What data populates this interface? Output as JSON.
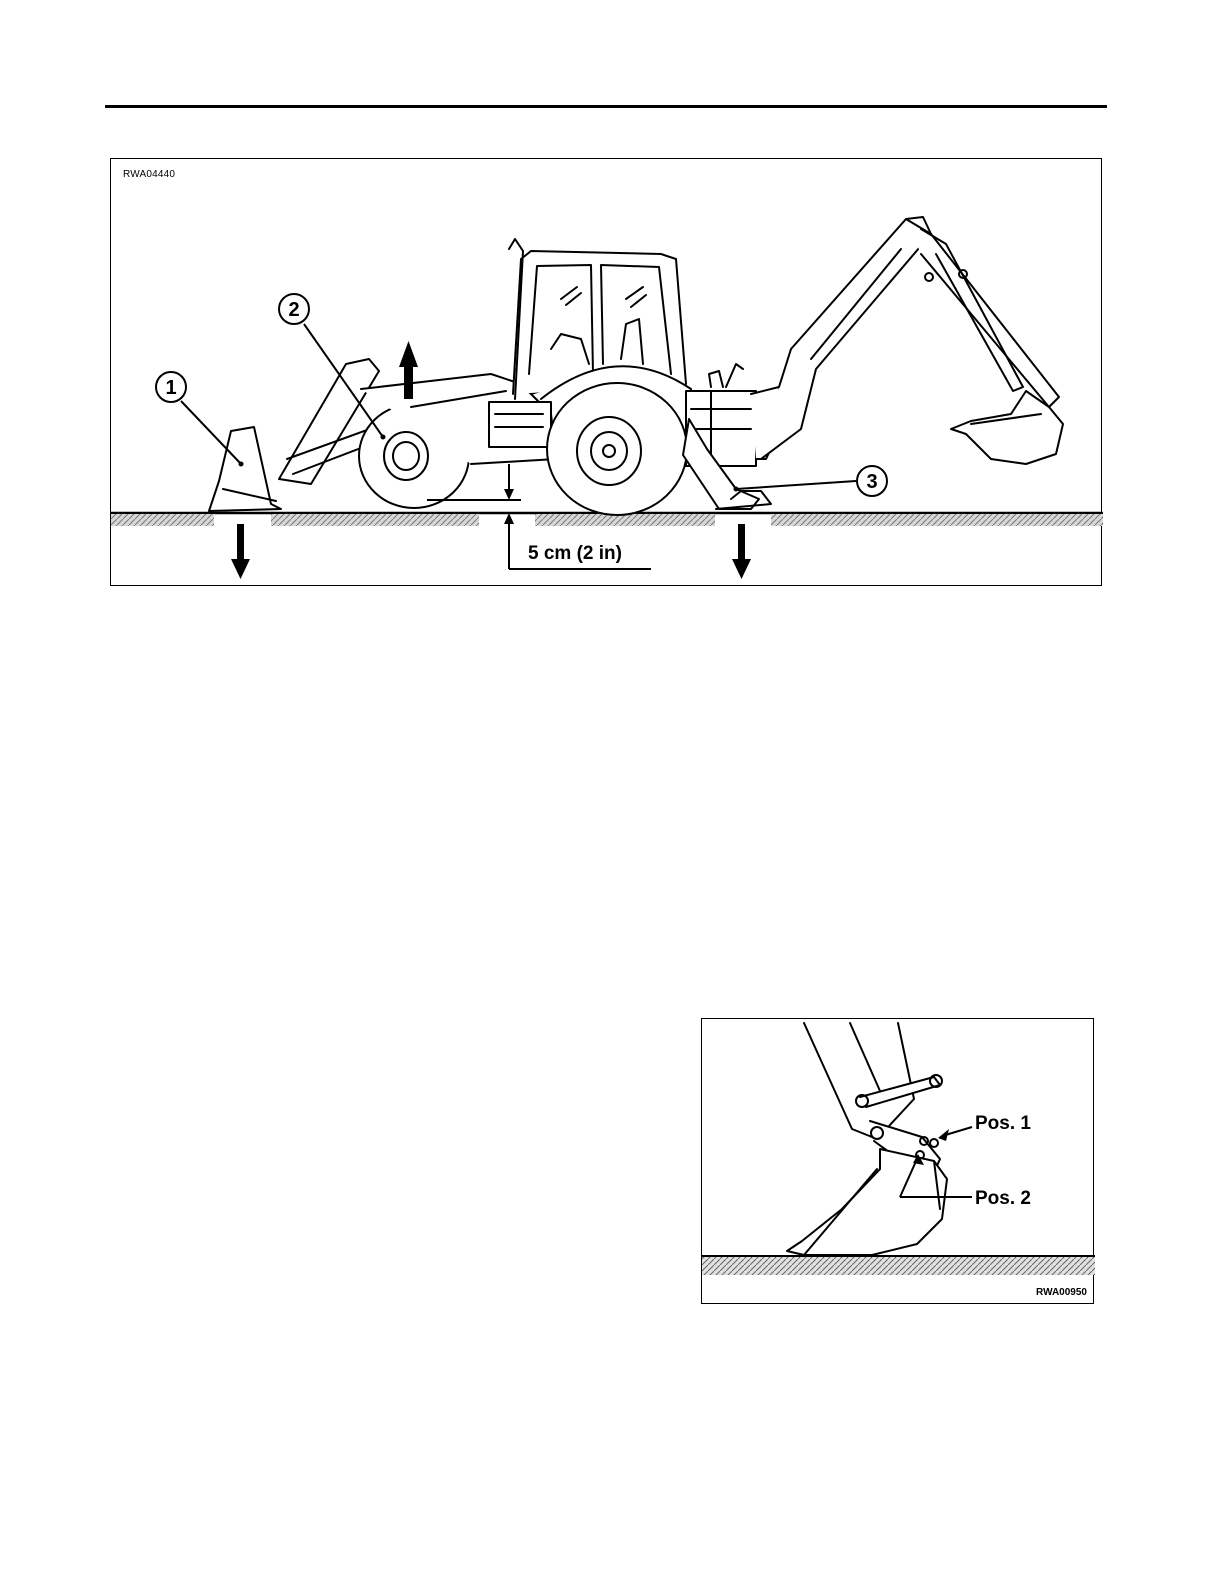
{
  "figure_main": {
    "code": "RWA04440",
    "callouts": [
      "1",
      "2",
      "3"
    ],
    "measurement": "5 cm (2 in)",
    "icons": [
      "backhoe-loader-illustration",
      "down-arrow-icon",
      "up-arrow-icon"
    ]
  },
  "figure_bucket": {
    "code": "RWA00950",
    "pos1": "Pos. 1",
    "pos2": "Pos. 2",
    "icons": [
      "backhoe-bucket-illustration"
    ]
  }
}
